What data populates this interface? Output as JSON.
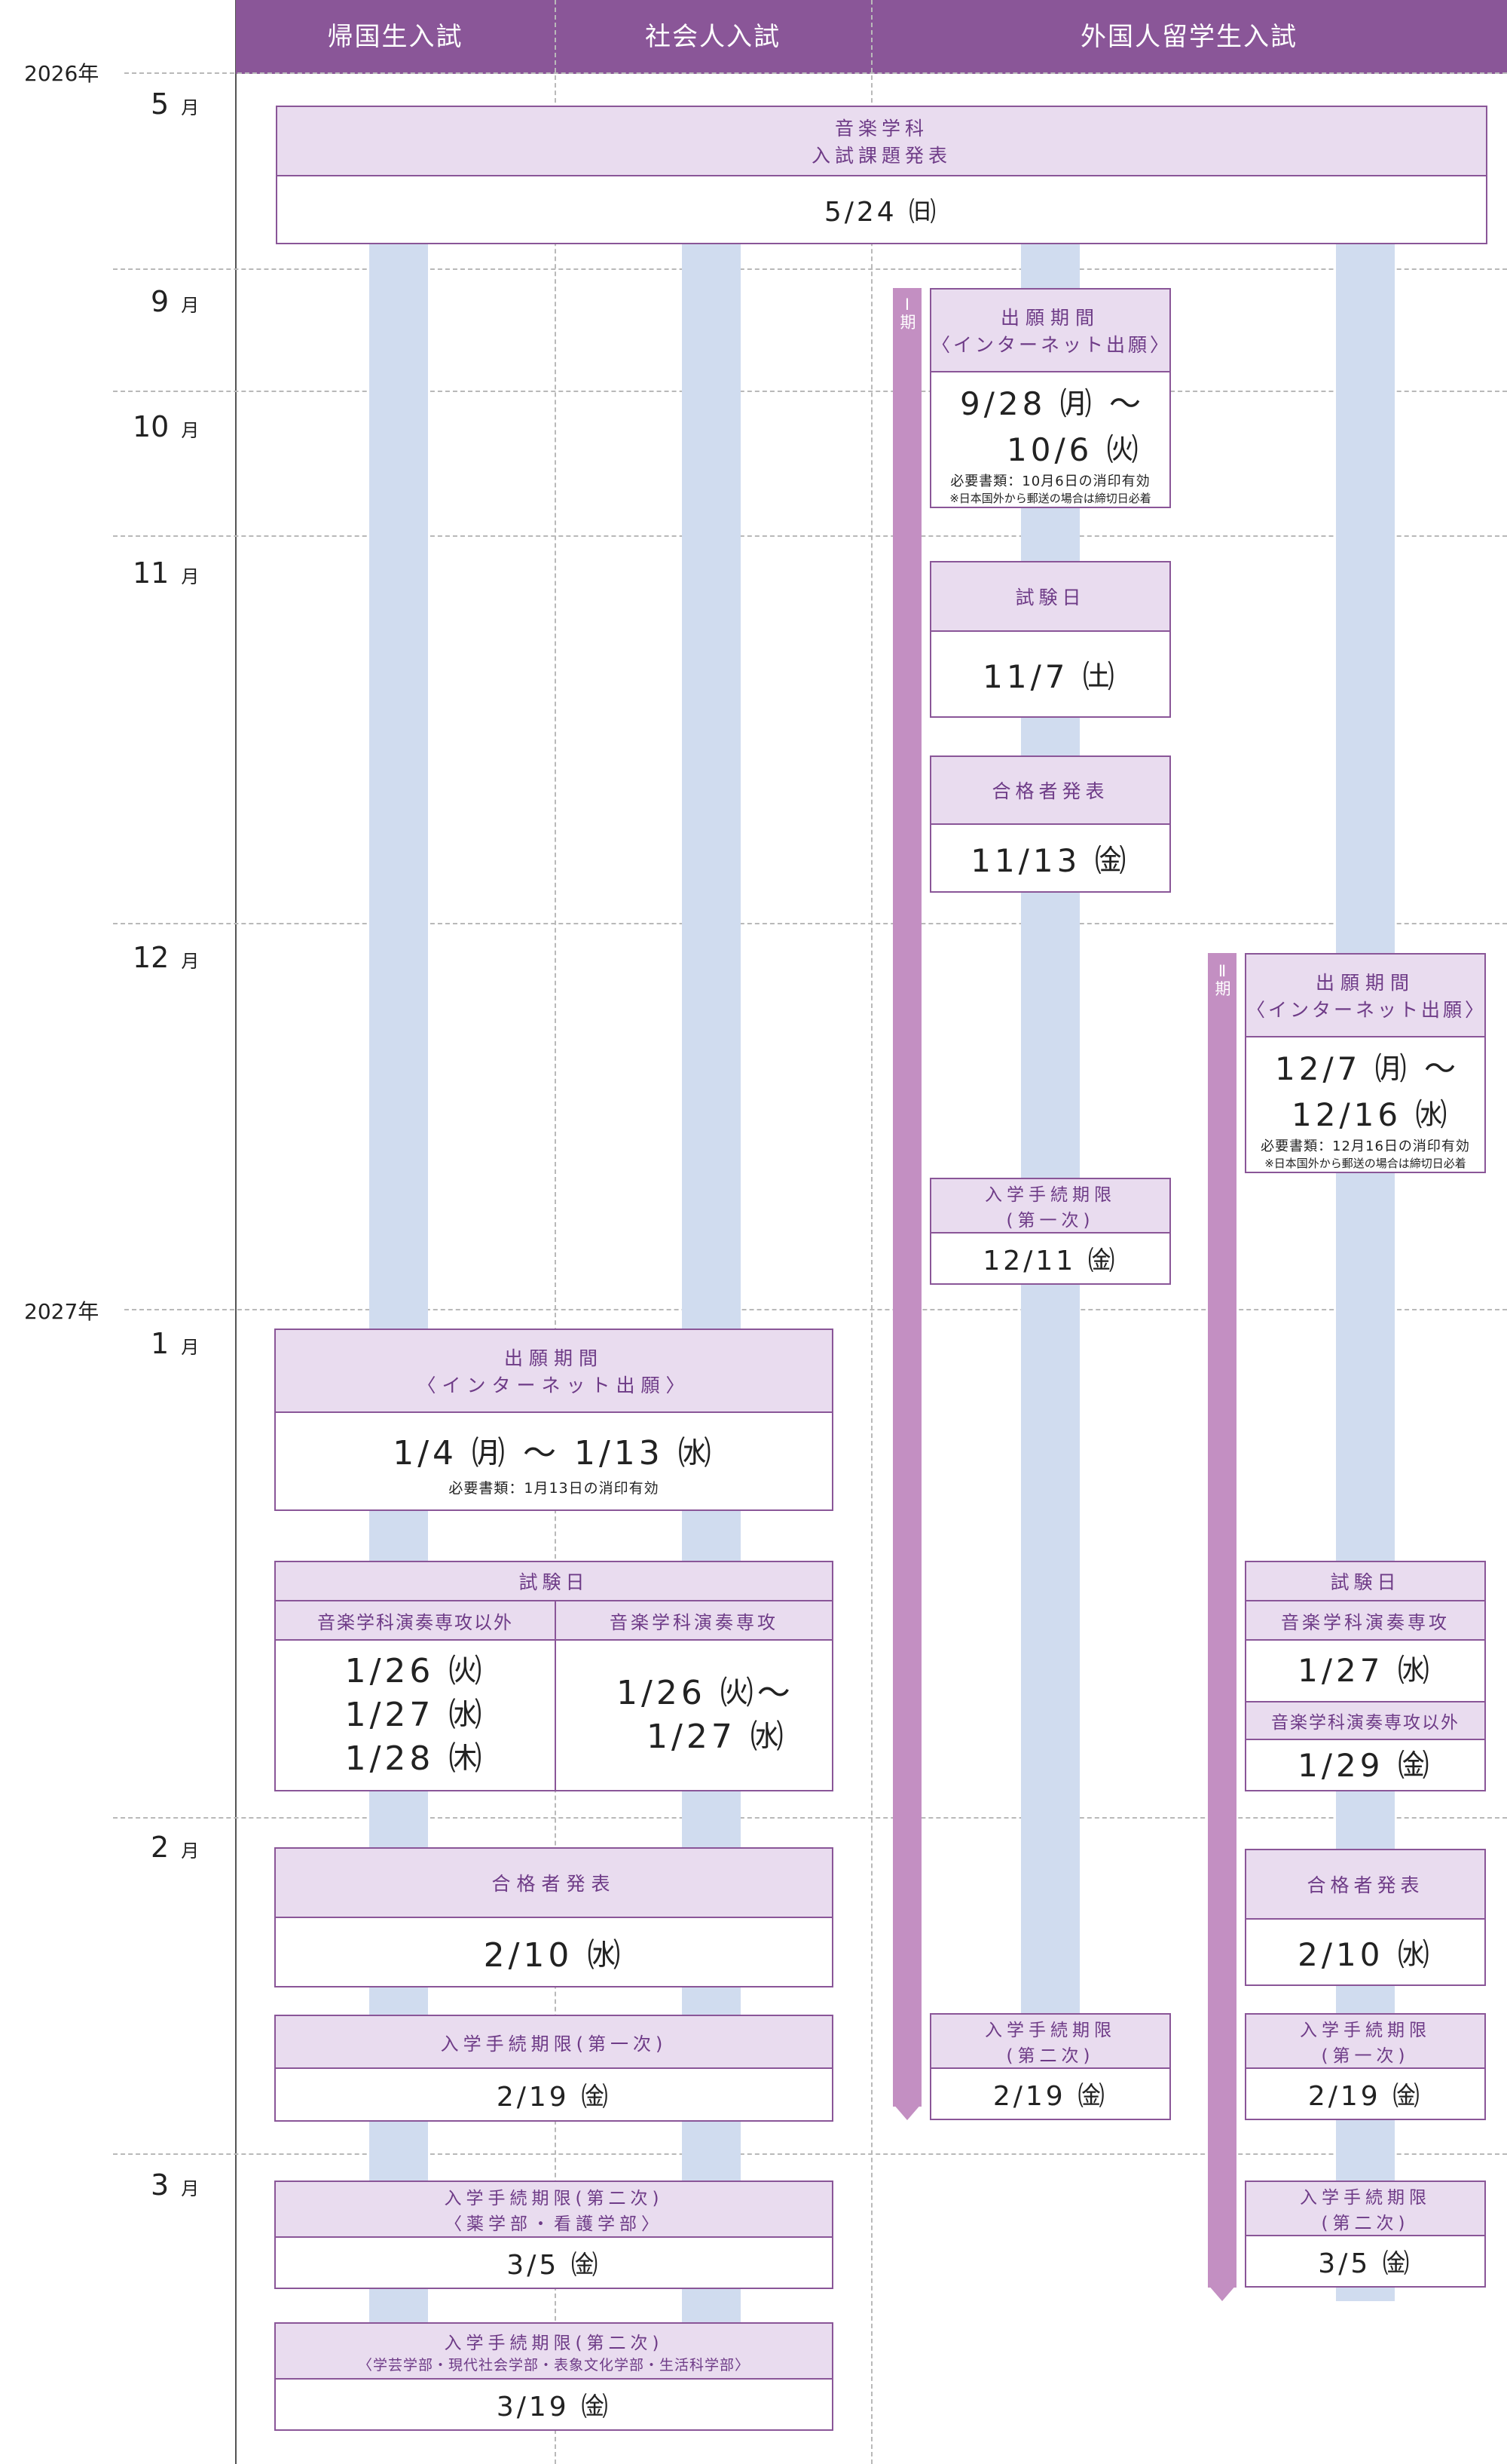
{
  "header": {
    "col1": "帰国生入試",
    "col2": "社会人入試",
    "col3": "外国人留学生入試"
  },
  "years": {
    "y2026": "2026年",
    "y2027": "2027年"
  },
  "months": {
    "may": "5",
    "sep": "9",
    "oct": "10",
    "nov": "11",
    "dec": "12",
    "jan": "1",
    "feb": "2",
    "mar": "3",
    "unit": "月"
  },
  "music": {
    "label1": "音楽学科",
    "label2": "入試課題発表",
    "date": "5/24 ㈰"
  },
  "phases": {
    "phase1": "Ⅰ期",
    "phase2": "Ⅱ期"
  },
  "intl1": {
    "apply_label1": "出願期間",
    "apply_label2": "〈インターネット出願〉",
    "apply_start": "9/28 ㈪ ～",
    "apply_end": "10/6 ㈫",
    "apply_note1": "必要書類：10月6日の消印有効",
    "apply_note2": "※日本国外から郵送の場合は締切日必着",
    "exam_label": "試験日",
    "exam_date": "11/7 ㈯",
    "pass_label": "合格者発表",
    "pass_date": "11/13 ㈮",
    "proc1_label1": "入学手続期限",
    "proc1_label2": "(第一次)",
    "proc1_date": "12/11 ㈮",
    "proc2_label1": "入学手続期限",
    "proc2_label2": "(第二次)",
    "proc2_date": "2/19 ㈮"
  },
  "intl2": {
    "apply_label1": "出願期間",
    "apply_label2": "〈インターネット出願〉",
    "apply_start": "12/7 ㈪ ～",
    "apply_end": "12/16 ㈬",
    "apply_note1": "必要書類：12月16日の消印有効",
    "apply_note2": "※日本国外から郵送の場合は締切日必着",
    "exam_label": "試験日",
    "exam_sub1": "音楽学科演奏専攻",
    "exam_date1": "1/27 ㈬",
    "exam_sub2": "音楽学科演奏専攻以外",
    "exam_date2": "1/29 ㈮",
    "pass_label": "合格者発表",
    "pass_date": "2/10 ㈬",
    "proc1_label1": "入学手続期限",
    "proc1_label2": "(第一次)",
    "proc1_date": "2/19 ㈮",
    "proc2_label1": "入学手続期限",
    "proc2_label2": "(第二次)",
    "proc2_date": "3/5 ㈮"
  },
  "common": {
    "apply_label1": "出願期間",
    "apply_label2": "〈インターネット出願〉",
    "apply_date": "1/4 ㈪ ～ 1/13 ㈬",
    "apply_note": "必要書類：1月13日の消印有効",
    "exam_label": "試験日",
    "exam_sub_left": "音楽学科演奏専攻以外",
    "exam_sub_right": "音楽学科演奏専攻",
    "exam_left1": "1/26 ㈫",
    "exam_left2": "1/27 ㈬",
    "exam_left3": "1/28 ㈭",
    "exam_right1": "1/26 ㈫～",
    "exam_right2": "1/27 ㈬",
    "pass_label": "合格者発表",
    "pass_date": "2/10 ㈬",
    "proc1_label": "入学手続期限(第一次)",
    "proc1_date": "2/19 ㈮",
    "proc2a_label1": "入学手続期限(第二次)",
    "proc2a_label2": "〈薬学部・看護学部〉",
    "proc2a_date": "3/5 ㈮",
    "proc2b_label1": "入学手続期限(第二次)",
    "proc2b_label2": "〈学芸学部・現代社会学部・表象文化学部・生活科学部〉",
    "proc2b_date": "3/19 ㈮"
  }
}
